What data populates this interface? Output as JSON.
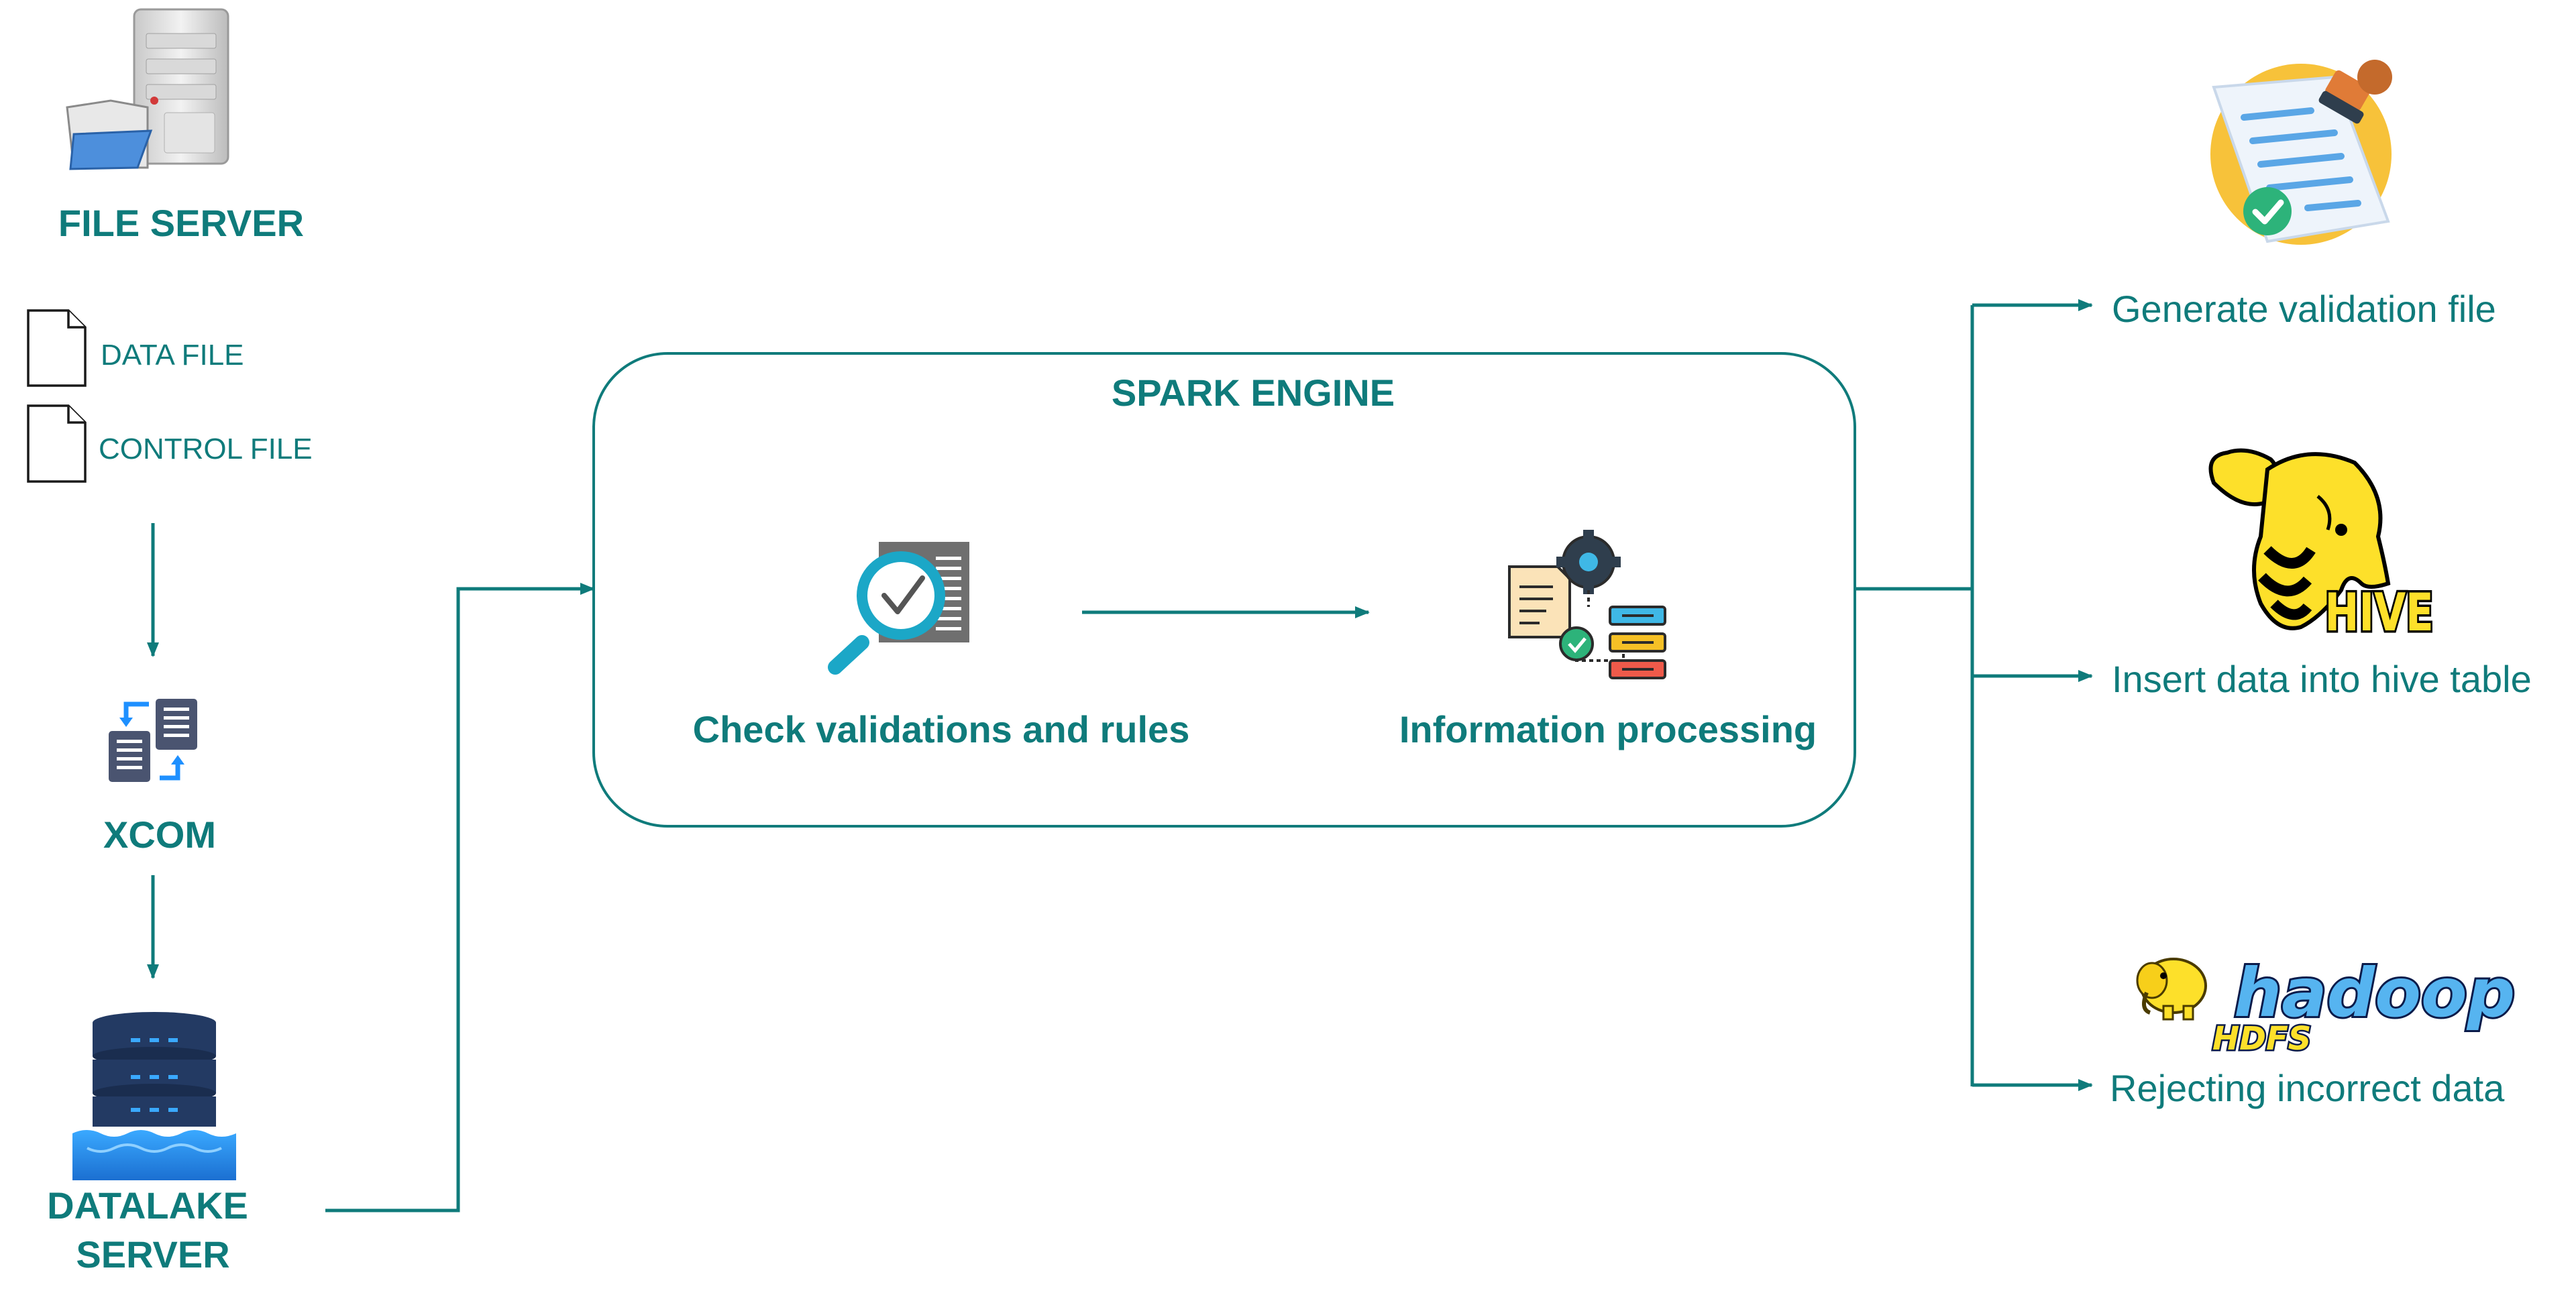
{
  "colors": {
    "teal": "#0f7b7b",
    "panel_border": "#0f7b7b"
  },
  "file_server": {
    "title": "FILE SERVER",
    "icon": "file-server-icon"
  },
  "files": [
    {
      "label": "DATA FILE",
      "icon": "document-icon"
    },
    {
      "label": "CONTROL FILE",
      "icon": "document-icon"
    }
  ],
  "xcom": {
    "title": "XCOM",
    "icon": "exchange-documents-icon"
  },
  "datalake": {
    "title_line1": "DATALAKE",
    "title_line2": "SERVER",
    "icon": "database-lake-icon"
  },
  "spark": {
    "title": "SPARK ENGINE",
    "steps": [
      {
        "label": "Check validations and rules",
        "icon": "magnifier-check-icon"
      },
      {
        "label": "Information processing",
        "icon": "processing-gear-icon"
      }
    ]
  },
  "outputs": [
    {
      "label": "Generate validation file",
      "icon": "validation-stamp-icon"
    },
    {
      "label": "Insert data into hive table",
      "icon": "hive-logo-icon"
    },
    {
      "label": "Rejecting incorrect data",
      "icon": "hadoop-hdfs-logo-icon"
    }
  ],
  "logos": {
    "hive_text": "HIVE",
    "hadoop_text": "hadoop",
    "hdfs_text": "HDFS"
  }
}
